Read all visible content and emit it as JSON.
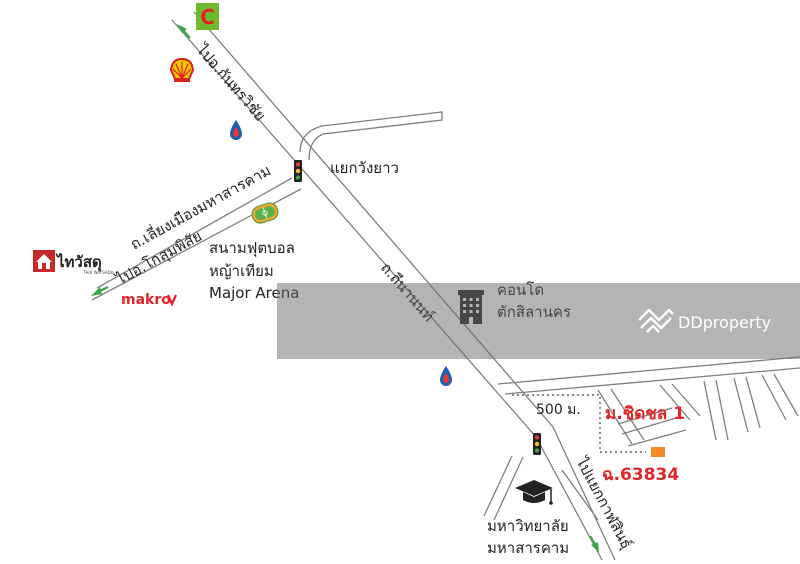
{
  "roads": {
    "thanon_nan": "ถ.ถีนานนท์",
    "to_kantharawichai": "ไปอ.กันทรวิชัย",
    "thanon_liang_mueang": "ถ.เลี่ยงเมืองมหาสารคาม",
    "to_kosum_phisai": "ไปอ.โกสุมพิสัย",
    "to_yaek_kalasin": "ไปแยกกาฬสินธุ์"
  },
  "places": {
    "wang_yao_junction": "แยกวังยาว",
    "football_line1": "สนามฟุตบอล",
    "football_line2": "หญ้าเทียม",
    "football_line3": "Major Arena",
    "condo_line1": "คอนโด",
    "condo_line2": "ตักสิลานคร",
    "university_line1": "มหาวิทยาลัย",
    "university_line2": "มหาสารคาม",
    "village": "ม.ชิดชล 1",
    "plot": "ฉ.63834"
  },
  "distance": "500 ม.",
  "brands": {
    "thai_watsadu": "ไทวัสดุ",
    "thai_watsadu_sub": "THAI WATSADU",
    "makro": "makro",
    "bigc": "C"
  },
  "watermark": "DDproperty",
  "colors": {
    "road": "#7f7f7f",
    "label_red": "#e0262b",
    "arrow_green": "#3aa64a",
    "plot_orange": "#f28c28",
    "shell_yellow": "#f7c600",
    "shell_red": "#dd1d21",
    "ptt_blue": "#1a5fb4",
    "makro_red": "#e3242b"
  }
}
